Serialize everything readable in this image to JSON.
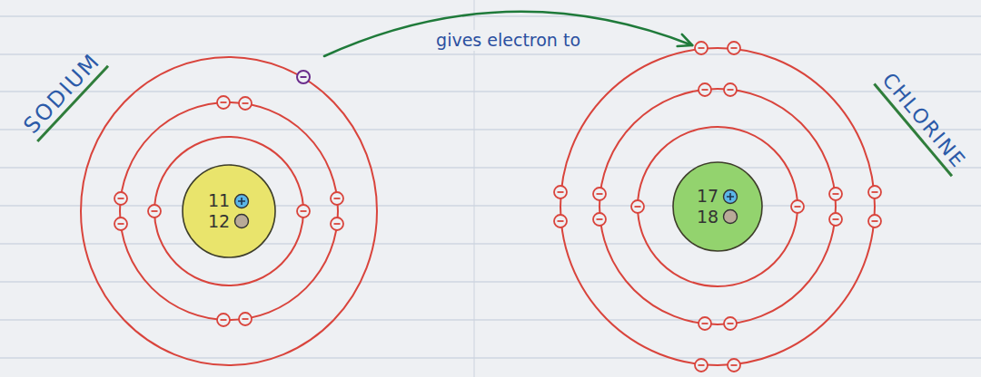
{
  "diagram": {
    "nodes": [
      {
        "text": [
          "SODIUM"
        ]
      },
      {
        "text": [
          "11",
          "12"
        ],
        "in": 0
      },
      {
        "text": [
          "CHLORINE"
        ]
      },
      {
        "text": [
          "17",
          "18"
        ],
        "in": 2
      }
    ],
    "edges": [
      {
        "from": 0,
        "to": 2,
        "arrow": "to",
        "label": "gives electron to"
      }
    ]
  }
}
